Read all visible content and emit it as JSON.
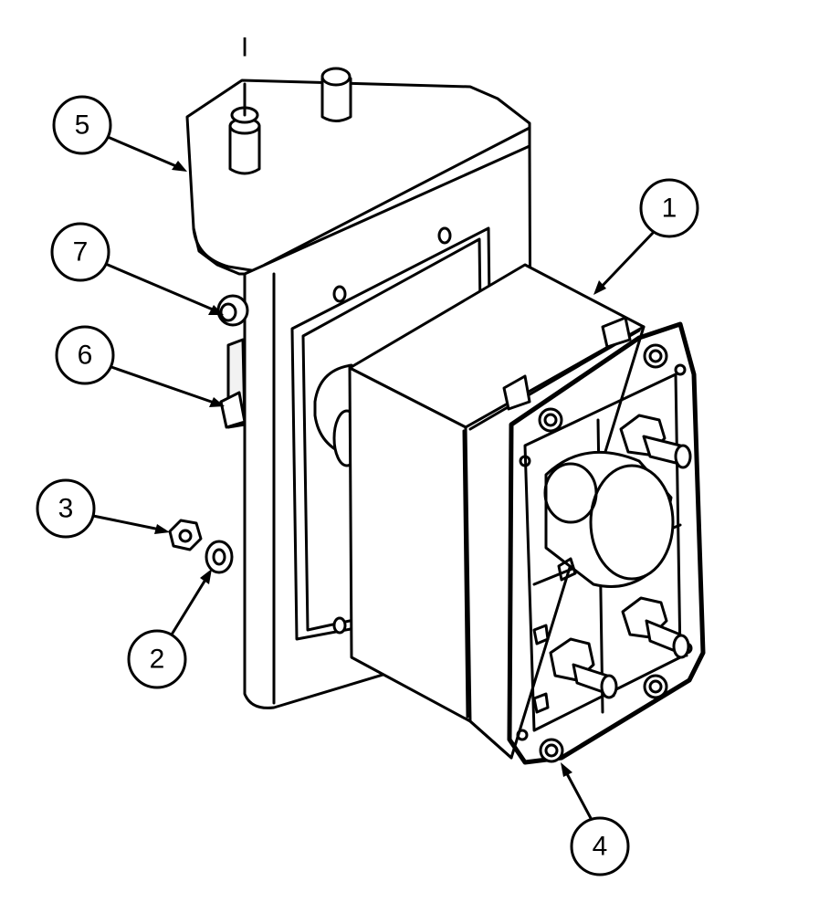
{
  "callouts": [
    {
      "id": "callout-1",
      "label": "1"
    },
    {
      "id": "callout-2",
      "label": "2"
    },
    {
      "id": "callout-3",
      "label": "3"
    },
    {
      "id": "callout-4",
      "label": "4"
    },
    {
      "id": "callout-5",
      "label": "5"
    },
    {
      "id": "callout-6",
      "label": "6"
    },
    {
      "id": "callout-7",
      "label": "7"
    }
  ],
  "top_mark": "I",
  "parts": {
    "part_1": "valve-body-assembly",
    "part_2": "washer",
    "part_3": "nut",
    "part_4": "cap-screw",
    "part_5": "mounting-bracket",
    "part_6": "stud",
    "part_7": "bushing"
  },
  "colors": {
    "line": "#000000",
    "background": "#ffffff"
  }
}
